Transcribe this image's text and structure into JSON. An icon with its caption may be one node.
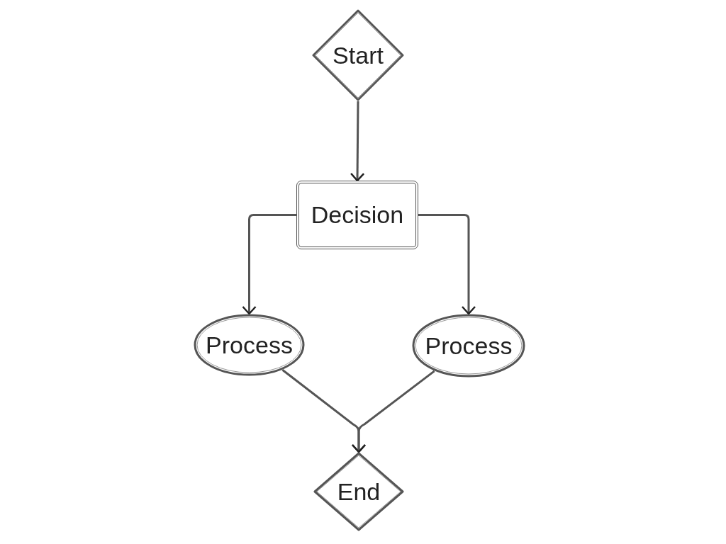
{
  "diagram": {
    "nodes": [
      {
        "text": [
          "Start"
        ]
      },
      {
        "text": [
          "Decision"
        ]
      },
      {
        "text": [
          "Process"
        ]
      },
      {
        "text": [
          "Process"
        ]
      },
      {
        "text": [
          "End"
        ]
      }
    ],
    "edges": [
      {
        "from": 0,
        "to": 1,
        "arrow": "to"
      },
      {
        "from": 1,
        "to": 2,
        "arrow": "to"
      },
      {
        "from": 1,
        "to": 3,
        "arrow": "to"
      },
      {
        "from": 2,
        "to": 4,
        "arrow": "to"
      },
      {
        "from": 3,
        "to": 4,
        "arrow": "to"
      }
    ]
  }
}
